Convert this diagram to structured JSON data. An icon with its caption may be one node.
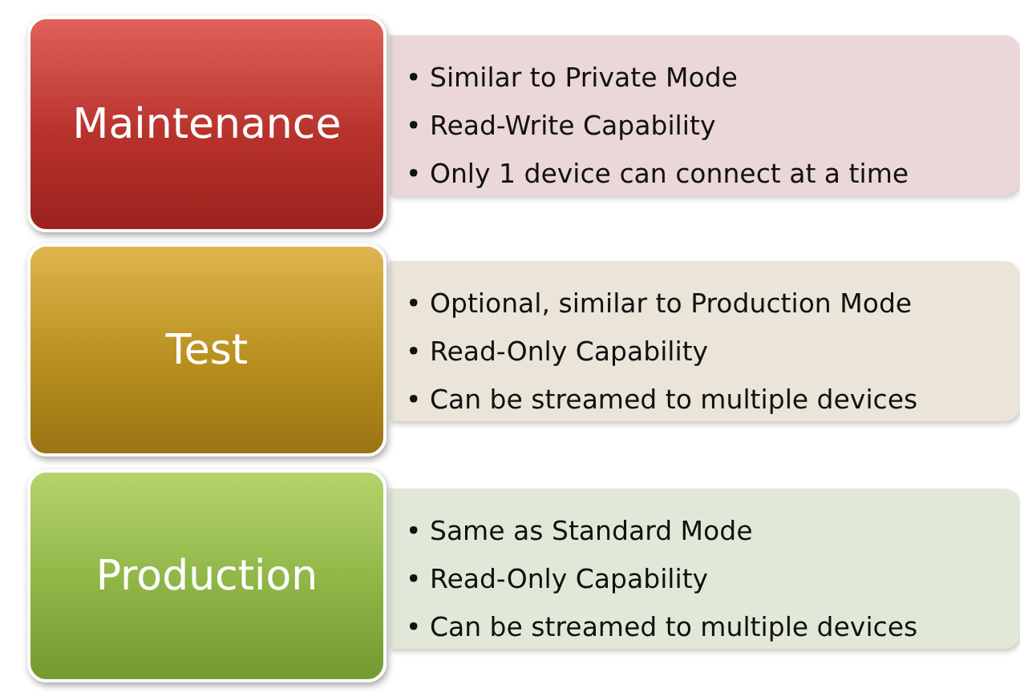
{
  "diagram": {
    "nodes": [
      {
        "text": [
          "Maintenance"
        ]
      },
      {
        "text": [
          "• Similar to Private Mode",
          "• Read-Write Capability",
          "• Only 1 device can connect at a time"
        ]
      },
      {
        "text": [
          "Test"
        ]
      },
      {
        "text": [
          "• Optional, similar to Production Mode",
          "• Read-Only Capability",
          "• Can be streamed to multiple devices"
        ]
      },
      {
        "text": [
          "Production"
        ]
      },
      {
        "text": [
          "• Same as Standard Mode",
          "• Read-Only Capability",
          "• Can be streamed to multiple devices"
        ]
      }
    ]
  }
}
